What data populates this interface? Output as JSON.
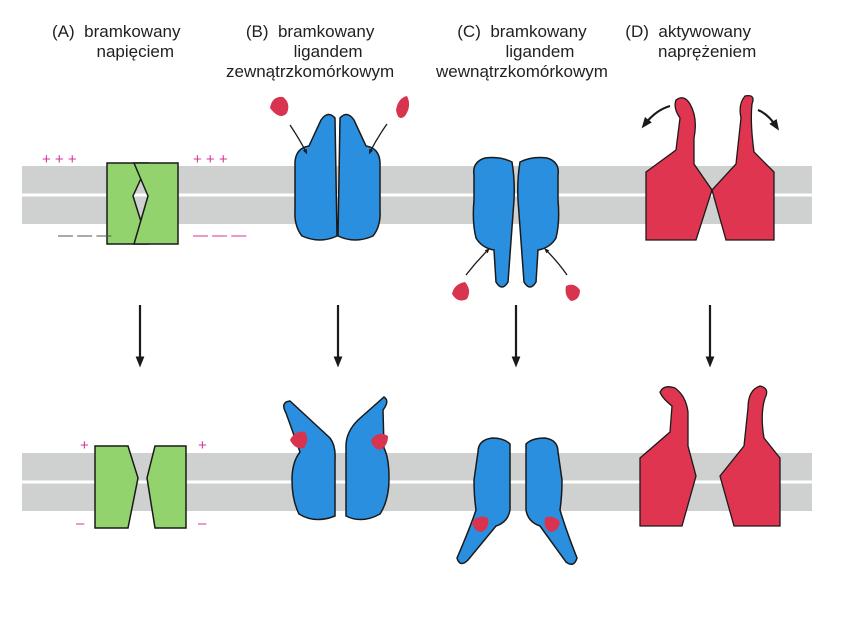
{
  "panels": {
    "a": {
      "letter": "(A)",
      "line1": "bramkowany",
      "line2": "napięciem"
    },
    "b": {
      "letter": "(B)",
      "line1": "bramkowany",
      "line2": "ligandem",
      "line3": "zewnątrzkomórkowym"
    },
    "c": {
      "letter": "(C)",
      "line1": "bramkowany",
      "line2": "ligandem",
      "line3": "wewnątrzkomórkowym"
    },
    "d": {
      "letter": "(D)",
      "line1": "aktywowany",
      "line2": "naprężeniem"
    }
  },
  "charges": {
    "top_left": "+ + +",
    "top_right": "+ + +",
    "bottom_left": "— — —",
    "bottom_right": "— — —",
    "open_plus": "+",
    "open_minus": "–"
  },
  "colors": {
    "membrane": "#cfd0d0",
    "membrane_line": "#ffffff",
    "voltage_channel": "#92d36e",
    "ligand_channel": "#2b8fe0",
    "ligand": "#d8344f",
    "stress_channel": "#df3550",
    "charge": "#d4349a",
    "outline": "#1a1a1a"
  }
}
